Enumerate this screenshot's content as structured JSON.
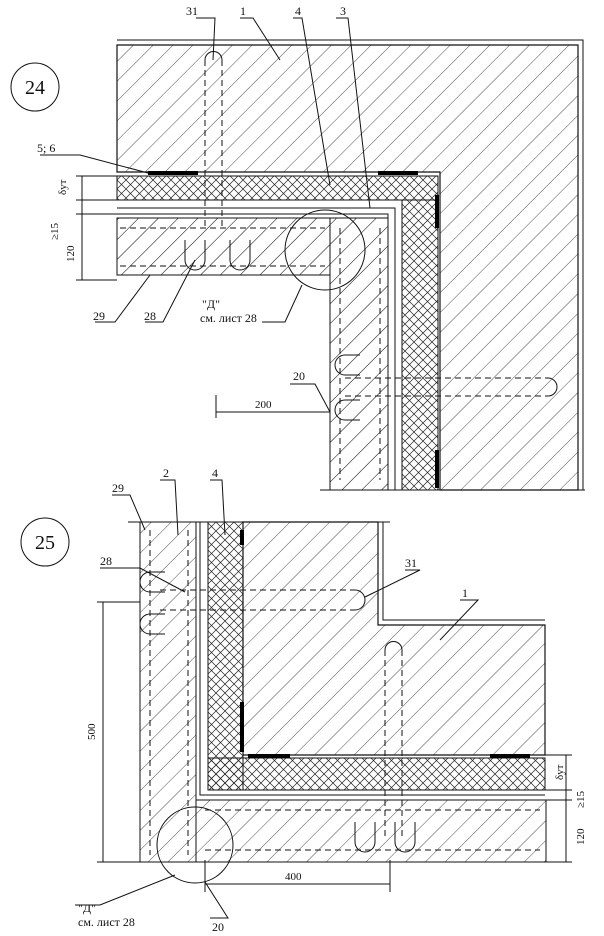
{
  "detail_24": {
    "number": "24",
    "callouts": [
      "31",
      "1",
      "4",
      "3",
      "5; 6",
      "29",
      "28",
      "20"
    ],
    "dims": {
      "delta": "δут",
      "min15": "≥15",
      "d120": "120",
      "d200": "200"
    },
    "ref_mark": "\"Д\"",
    "ref_sheet": "см. лист 28"
  },
  "detail_25": {
    "number": "25",
    "callouts": [
      "29",
      "2",
      "4",
      "28",
      "31",
      "1",
      "20"
    ],
    "dims": {
      "d500": "500",
      "d400": "400",
      "d120": "120",
      "delta": "δут",
      "min15": "≥15"
    },
    "ref_mark": "\"Д\"",
    "ref_sheet": "см. лист 28"
  }
}
